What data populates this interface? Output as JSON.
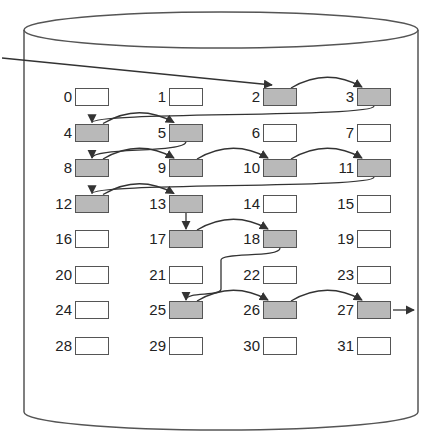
{
  "diagram": {
    "nodes": [
      {
        "text": [
          "0"
        ]
      },
      {
        "text": [
          "1"
        ]
      },
      {
        "text": [
          "2"
        ]
      },
      {
        "text": [
          "3"
        ]
      },
      {
        "text": [
          "4"
        ]
      },
      {
        "text": [
          "5"
        ]
      },
      {
        "text": [
          "6"
        ]
      },
      {
        "text": [
          "7"
        ]
      },
      {
        "text": [
          "8"
        ]
      },
      {
        "text": [
          "9"
        ]
      },
      {
        "text": [
          "10"
        ]
      },
      {
        "text": [
          "11"
        ]
      },
      {
        "text": [
          "12"
        ]
      },
      {
        "text": [
          "13"
        ]
      },
      {
        "text": [
          "14"
        ]
      },
      {
        "text": [
          "15"
        ]
      },
      {
        "text": [
          "16"
        ]
      },
      {
        "text": [
          "17"
        ]
      },
      {
        "text": [
          "18"
        ]
      },
      {
        "text": [
          "19"
        ]
      },
      {
        "text": [
          "20"
        ]
      },
      {
        "text": [
          "21"
        ]
      },
      {
        "text": [
          "22"
        ]
      },
      {
        "text": [
          "23"
        ]
      },
      {
        "text": [
          "24"
        ]
      },
      {
        "text": [
          "25"
        ]
      },
      {
        "text": [
          "26"
        ]
      },
      {
        "text": [
          "27"
        ]
      },
      {
        "text": [
          "28"
        ]
      },
      {
        "text": [
          "29"
        ]
      },
      {
        "text": [
          "30"
        ]
      },
      {
        "text": [
          "31"
        ]
      }
    ],
    "edges": [
      {
        "from": 2,
        "to": 3,
        "arrow": "to"
      },
      {
        "from": 3,
        "to": 4,
        "arrow": "to"
      },
      {
        "from": 4,
        "to": 5,
        "arrow": "to"
      },
      {
        "from": 5,
        "to": 8,
        "arrow": "to"
      },
      {
        "from": 8,
        "to": 9,
        "arrow": "to"
      },
      {
        "from": 9,
        "to": 10,
        "arrow": "to"
      },
      {
        "from": 10,
        "to": 11,
        "arrow": "to"
      },
      {
        "from": 11,
        "to": 12,
        "arrow": "to"
      },
      {
        "from": 12,
        "to": 13,
        "arrow": "to"
      },
      {
        "from": 13,
        "to": 17,
        "arrow": "to"
      },
      {
        "from": 17,
        "to": 18,
        "arrow": "to"
      },
      {
        "from": 18,
        "to": 25,
        "arrow": "to"
      },
      {
        "from": 25,
        "to": 26,
        "arrow": "to"
      },
      {
        "from": 26,
        "to": 27,
        "arrow": "to"
      }
    ]
  }
}
